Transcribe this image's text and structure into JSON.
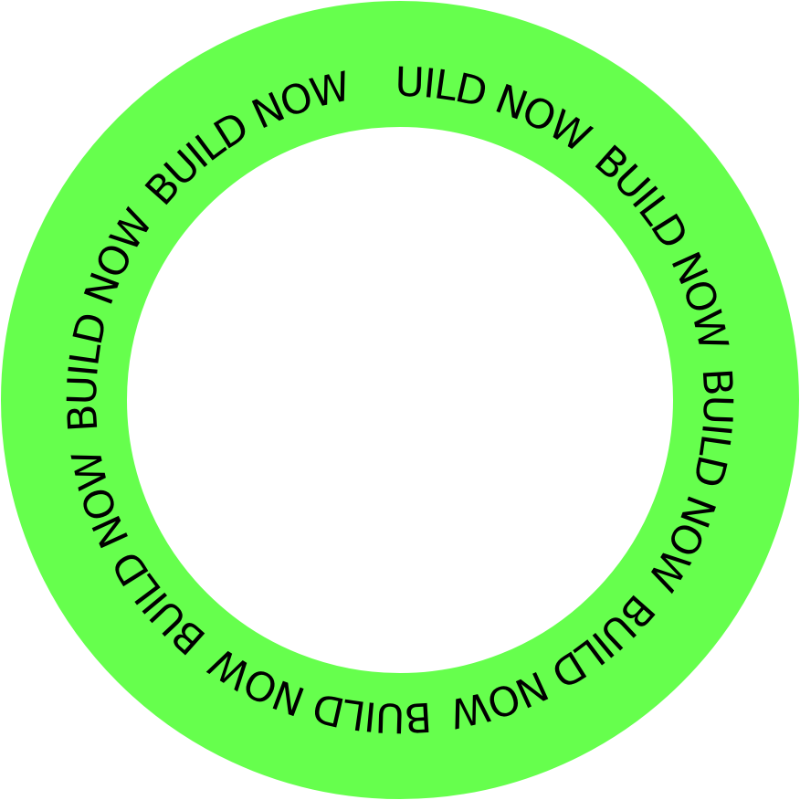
{
  "ring": {
    "color": "#66ff4d",
    "text_color": "#000000",
    "labels": [
      "BUILD NOW",
      "BUILD NOW",
      "BUILD NOW",
      "BUILD NOW",
      "BUILD NOW",
      "BUILD NOW",
      "BUILD NOW",
      "BUILD NOW"
    ]
  }
}
